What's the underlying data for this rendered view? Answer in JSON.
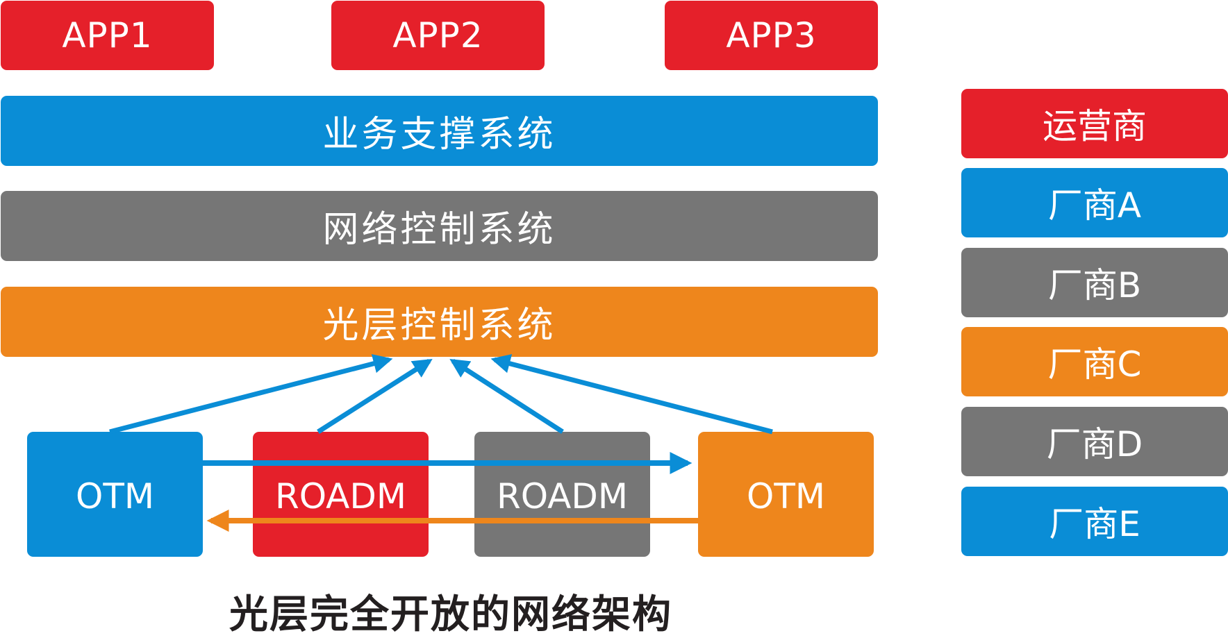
{
  "colors": {
    "red": "#e5202a",
    "blue": "#0a8dd6",
    "gray": "#767676",
    "orange": "#ee861c",
    "title": "#231f20"
  },
  "apps": [
    {
      "label": "APP1",
      "color": "red"
    },
    {
      "label": "APP2",
      "color": "red"
    },
    {
      "label": "APP3",
      "color": "red"
    }
  ],
  "layers": [
    {
      "label": "业务支撑系统",
      "color": "blue"
    },
    {
      "label": "网络控制系统",
      "color": "gray"
    },
    {
      "label": "光层控制系统",
      "color": "orange"
    }
  ],
  "nodes": [
    {
      "label": "OTM",
      "color": "blue"
    },
    {
      "label": "ROADM",
      "color": "red"
    },
    {
      "label": "ROADM",
      "color": "gray"
    },
    {
      "label": "OTM",
      "color": "orange"
    }
  ],
  "links": [
    {
      "from": "OTM (blue)",
      "to": "OTM (orange)",
      "direction": "right",
      "color": "blue"
    },
    {
      "from": "OTM (orange)",
      "to": "OTM (blue)",
      "direction": "left",
      "color": "orange"
    }
  ],
  "upstream_arrows": [
    {
      "from": "OTM (blue)",
      "to": "光层控制系统"
    },
    {
      "from": "ROADM (red)",
      "to": "光层控制系统"
    },
    {
      "from": "ROADM (gray)",
      "to": "光层控制系统"
    },
    {
      "from": "OTM (orange)",
      "to": "光层控制系统"
    }
  ],
  "legend": [
    {
      "label": "运营商",
      "color": "red"
    },
    {
      "label": "厂商A",
      "color": "blue"
    },
    {
      "label": "厂商B",
      "color": "gray"
    },
    {
      "label": "厂商C",
      "color": "orange"
    },
    {
      "label": "厂商D",
      "color": "gray"
    },
    {
      "label": "厂商E",
      "color": "blue"
    }
  ],
  "caption": "光层完全开放的网络架构"
}
